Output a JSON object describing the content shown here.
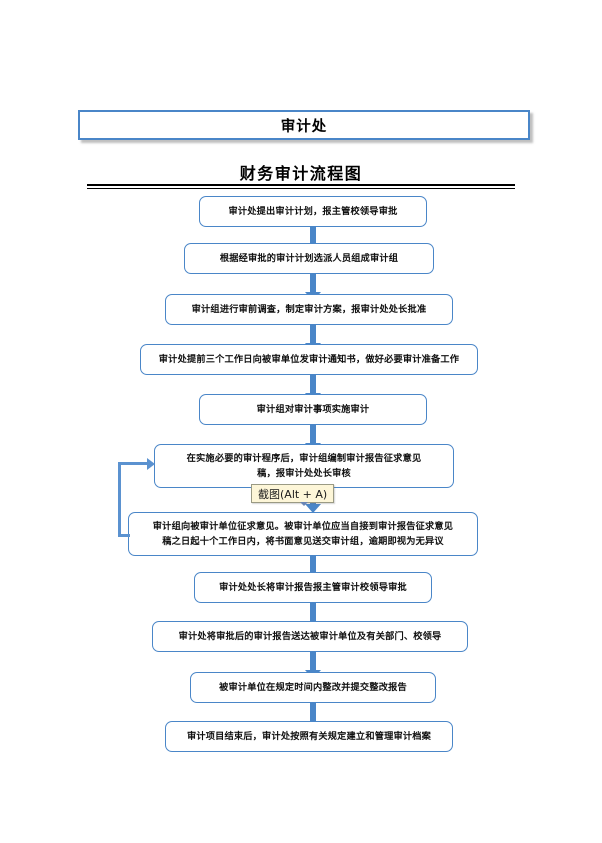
{
  "header": {
    "title": "审计处"
  },
  "document": {
    "title": "财务审计流程图"
  },
  "overlay": {
    "tooltip_text": "截图(Alt + A)"
  },
  "colors": {
    "box_border": "#4a86c8",
    "arrow": "#4a86c8",
    "loop_arrow": "#5b92d0",
    "tooltip_bg": "#fdf6d8",
    "tooltip_border": "#9a9a84",
    "text": "#111111",
    "rule": "#000000"
  },
  "flow": {
    "steps": [
      {
        "id": "step-1",
        "label": "审计处提出审计计划，报主管校领导审批"
      },
      {
        "id": "step-2",
        "label": "根据经审批的审计计划选派人员组成审计组"
      },
      {
        "id": "step-3",
        "label": "审计组进行审前调查，制定审计方案，报审计处处长批准"
      },
      {
        "id": "step-4",
        "label": "审计处提前三个工作日向被审单位发审计通知书，做好必要审计准备工作"
      },
      {
        "id": "step-5",
        "label": "审计组对审计事项实施审计"
      },
      {
        "id": "step-6",
        "label": "在实施必要的审计程序后，审计组编制审计报告征求意见\n稿，报审计处处长审核"
      },
      {
        "id": "step-7",
        "label": "审计组向被审计单位征求意见。被审计单位应当自接到审计报告征求意见\n稿之日起十个工作日内，将书面意见送交审计组，逾期即视为无异议"
      },
      {
        "id": "step-8",
        "label": "审计处处长将审计报告报主管审计校领导审批"
      },
      {
        "id": "step-9",
        "label": "审计处将审批后的审计报告送达被审计单位及有关部门、校领导"
      },
      {
        "id": "step-10",
        "label": "被审计单位在规定时间内整改并提交整改报告"
      },
      {
        "id": "step-11",
        "label": "审计项目结束后，审计处按照有关规定建立和管理审计档案"
      }
    ],
    "connectors": [
      {
        "id": "arrow-1-2",
        "from": "step-1",
        "to": "step-2"
      },
      {
        "id": "arrow-2-3",
        "from": "step-2",
        "to": "step-3"
      },
      {
        "id": "arrow-3-4",
        "from": "step-3",
        "to": "step-4"
      },
      {
        "id": "arrow-4-5",
        "from": "step-4",
        "to": "step-5"
      },
      {
        "id": "arrow-5-6",
        "from": "step-5",
        "to": "step-6"
      },
      {
        "id": "arrow-6-7",
        "from": "step-6",
        "to": "step-7"
      },
      {
        "id": "arrow-7-8",
        "from": "step-7",
        "to": "step-8"
      },
      {
        "id": "arrow-8-9",
        "from": "step-8",
        "to": "step-9"
      },
      {
        "id": "arrow-9-10",
        "from": "step-9",
        "to": "step-10"
      },
      {
        "id": "arrow-10-11",
        "from": "step-10",
        "to": "step-11"
      },
      {
        "id": "loop-7-6",
        "from": "step-7",
        "to": "step-6",
        "style": "feedback-loop-left"
      }
    ]
  }
}
